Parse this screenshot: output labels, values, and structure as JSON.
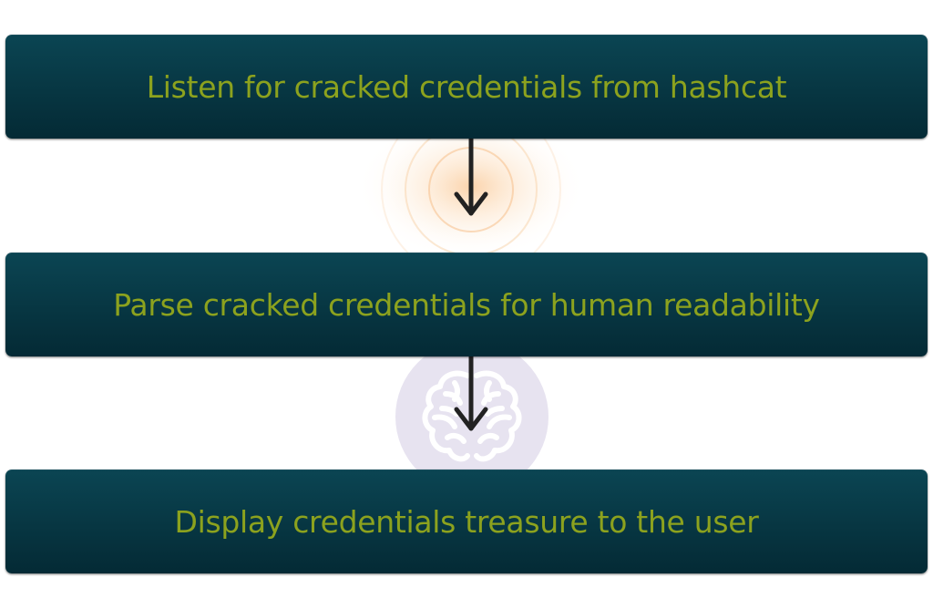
{
  "flow": {
    "steps": [
      {
        "label": "Listen for cracked credentials from hashcat"
      },
      {
        "label": "Parse cracked credentials for human readability"
      },
      {
        "label": "Display credentials treasure to the user"
      }
    ]
  },
  "colors": {
    "box_top": "#0b4553",
    "box_bottom": "#042a35",
    "label_text": "#8ca21e",
    "arrow": "#222222",
    "glow": "#f9b56b",
    "brain_bg": "#e7e3f0"
  },
  "icons": [
    "glow-icon",
    "brain-icon",
    "arrow-down-icon"
  ]
}
